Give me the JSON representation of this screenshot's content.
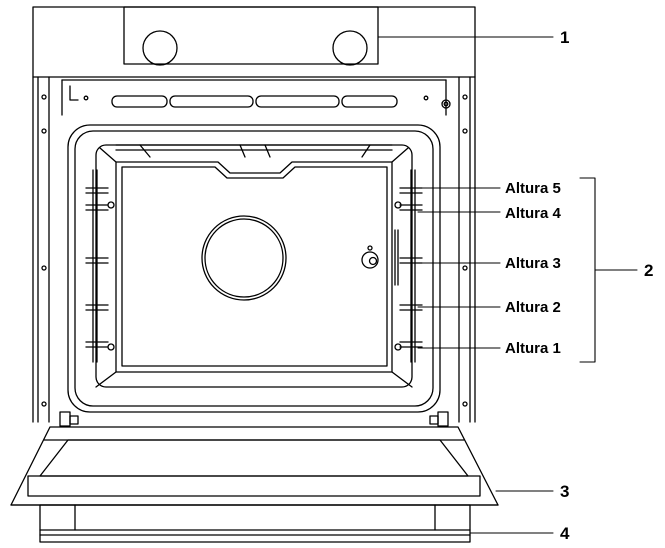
{
  "callouts": {
    "control_panel": "1",
    "shelf_group": "2",
    "door": "3",
    "drawer": "4"
  },
  "shelf_levels": [
    {
      "label": "Altura 5"
    },
    {
      "label": "Altura 4"
    },
    {
      "label": "Altura 3"
    },
    {
      "label": "Altura 2"
    },
    {
      "label": "Altura 1"
    }
  ],
  "colors": {
    "line": "#000000",
    "background": "#ffffff"
  }
}
